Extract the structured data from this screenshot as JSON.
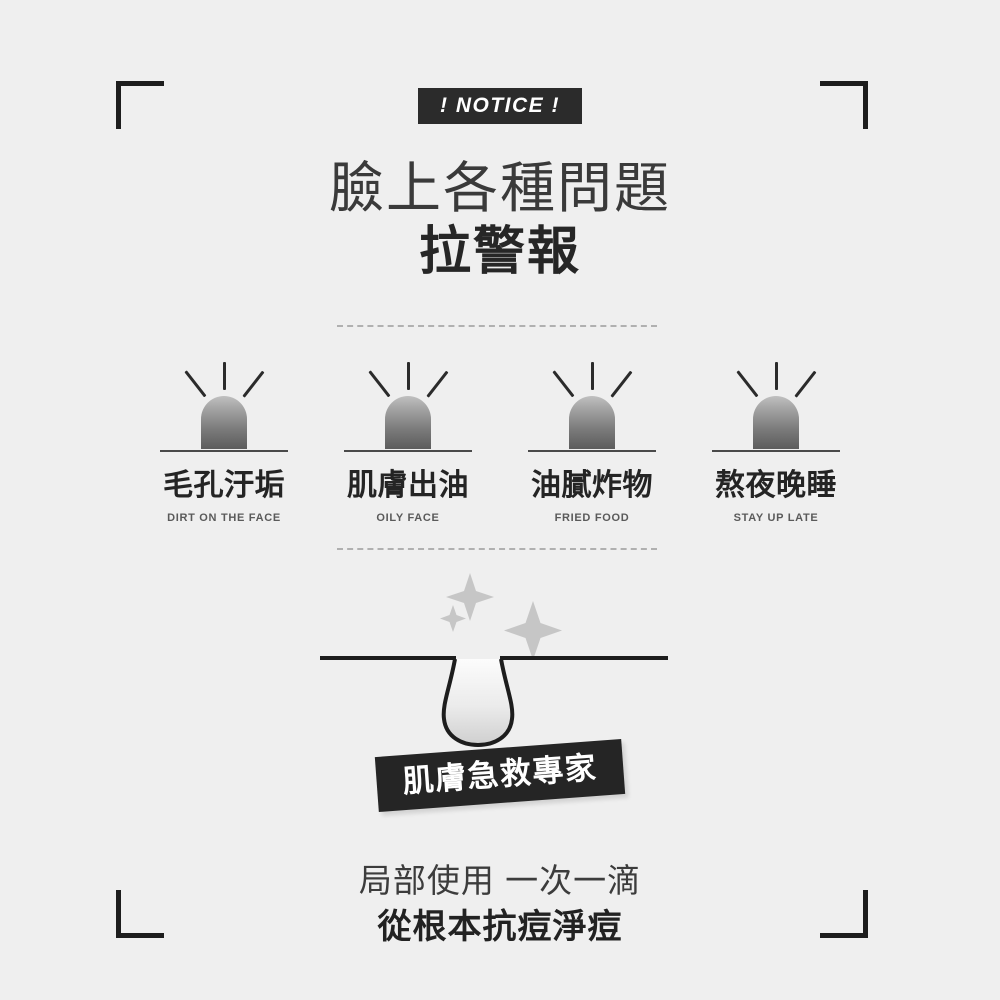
{
  "background_color": "#efefef",
  "ink_color": "#262626",
  "badge": {
    "label": "! NOTICE !",
    "bg": "#2b2b2b",
    "fg": "#ffffff"
  },
  "headline": {
    "line1": "臉上各種問題",
    "line2": "拉警報"
  },
  "problems": [
    {
      "title": "毛孔汙垢",
      "subtitle": "DIRT ON THE FACE",
      "icon": "siren-icon"
    },
    {
      "title": "肌膚出油",
      "subtitle": "OILY FACE",
      "icon": "siren-icon"
    },
    {
      "title": "油膩炸物",
      "subtitle": "FRIED FOOD",
      "icon": "siren-icon"
    },
    {
      "title": "熬夜晚睡",
      "subtitle": "STAY UP LATE",
      "icon": "siren-icon"
    }
  ],
  "illustration": {
    "name": "pore-cross-section",
    "sparkle_color": "#c6c6c6",
    "skin_line_color": "#1d1d1d"
  },
  "banner": {
    "label": "肌膚急救專家",
    "bg": "#252525",
    "fg": "#ffffff",
    "rotation_deg": -4.2
  },
  "footer": {
    "line1": "局部使用  一次一滴",
    "line2": "從根本抗痘淨痘"
  },
  "decor": {
    "corner_color": "#1d1d1d",
    "divider_color": "#b0b0b0"
  }
}
